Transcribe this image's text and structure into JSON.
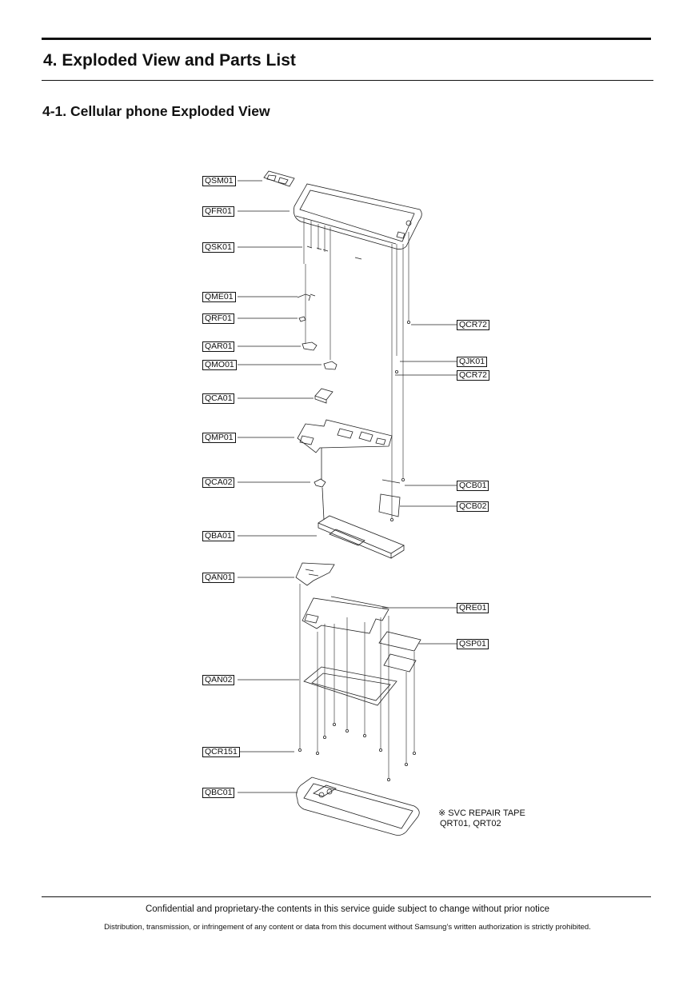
{
  "header": {
    "title": "4. Exploded View and Parts List",
    "subtitle": "4-1. Cellular phone Exploded View"
  },
  "labels": {
    "left": [
      "QSM01",
      "QFR01",
      "QSK01",
      "QME01",
      "QRF01",
      "QAR01",
      "QMO01",
      "QCA01",
      "QMP01",
      "QCA02",
      "QBA01",
      "QAN01",
      "QAN02",
      "QCR151",
      "QBC01"
    ],
    "right": [
      "QCR72",
      "QJK01",
      "QCR72",
      "QCB01",
      "QCB02",
      "QRE01",
      "QSP01"
    ]
  },
  "note": {
    "line1": "※ SVC REPAIR TAPE",
    "line2": "QRT01, QRT02"
  },
  "footer": {
    "line1": "Confidential and proprietary-the contents in this service guide subject to change without prior notice",
    "line2": "Distribution, transmission, or infringement of any content or data from this document without Samsung’s written authorization is strictly prohibited."
  }
}
